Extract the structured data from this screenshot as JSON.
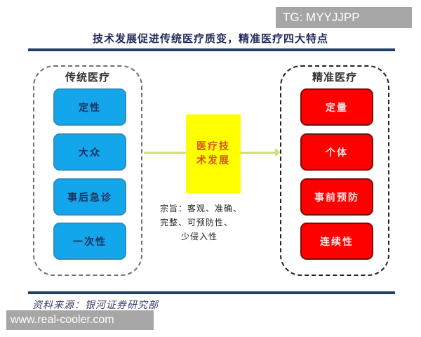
{
  "watermarks": {
    "top": "TG: MYYJJPP",
    "bottom": "www.real-cooler.com"
  },
  "title": "技术发展促进传统医疗质变，精准医疗四大特点",
  "left_group": {
    "label": "传统医疗",
    "items": [
      {
        "label": "定性"
      },
      {
        "label": "大众"
      },
      {
        "label": "事后急诊"
      },
      {
        "label": "一次性"
      }
    ],
    "item_color": "#14a6ea"
  },
  "center": {
    "box_line1": "医疗技",
    "box_line2": "术发展",
    "box_color": "#ffff00",
    "note_lines": [
      "宗旨：客观、准确、",
      "完整、可预防性、",
      "少侵入性"
    ]
  },
  "right_group": {
    "label": "精准医疗",
    "items": [
      {
        "label": "定量"
      },
      {
        "label": "个体"
      },
      {
        "label": "事前预防"
      },
      {
        "label": "连续性"
      }
    ],
    "item_color": "#ff0000"
  },
  "source": "资料来源：银河证券研究部"
}
